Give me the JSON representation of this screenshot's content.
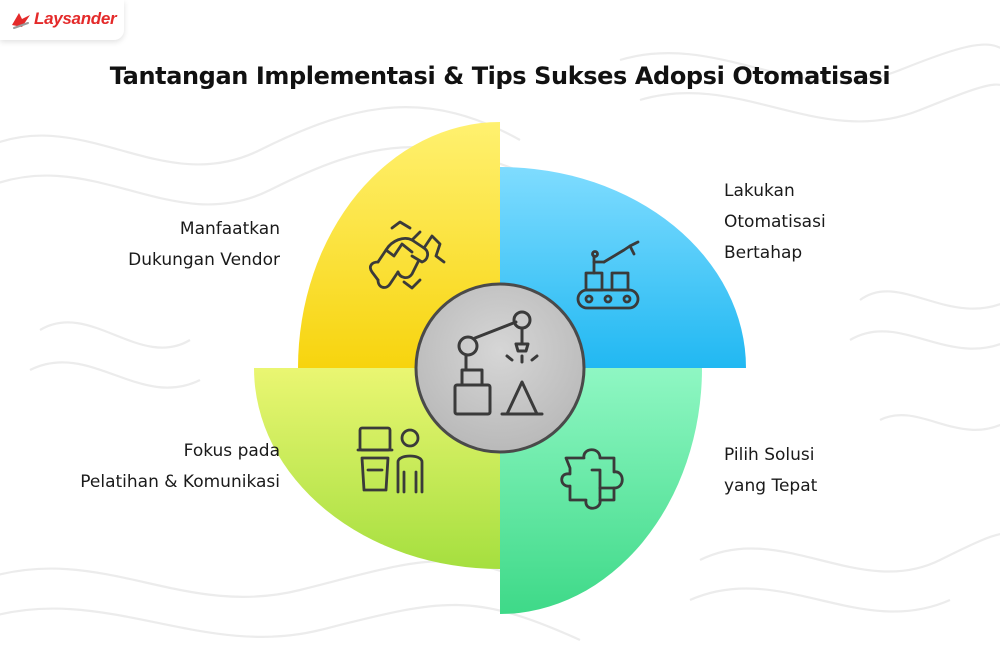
{
  "brand": {
    "name": "Laysander",
    "accent": "#e42a2a"
  },
  "title": "Tantangan Implementasi & Tips Sukses Adopsi Otomatisasi",
  "segments": [
    {
      "id": "top-left",
      "lines": [
        "Manfaatkan",
        "Dukungan Vendor"
      ],
      "icon": "handshake-icon",
      "color_from": "#fff170",
      "color_to": "#f7d40e"
    },
    {
      "id": "top-right",
      "lines": [
        "Lakukan",
        "Otomatisasi",
        "Bertahap"
      ],
      "icon": "conveyor-robot-icon",
      "color_from": "#7fdcff",
      "color_to": "#21b8f2"
    },
    {
      "id": "bottom-right",
      "lines": [
        "Pilih Solusi",
        "yang Tepat"
      ],
      "icon": "puzzle-icon",
      "color_from": "#8ff7c3",
      "color_to": "#3ed988"
    },
    {
      "id": "bottom-left",
      "lines": [
        "Fokus pada",
        "Pelatihan & Komunikasi"
      ],
      "icon": "training-icon",
      "color_from": "#e6f56a",
      "color_to": "#a5df3f"
    }
  ],
  "center": {
    "icon": "robot-arm-icon",
    "color": "#c9c9c9"
  }
}
